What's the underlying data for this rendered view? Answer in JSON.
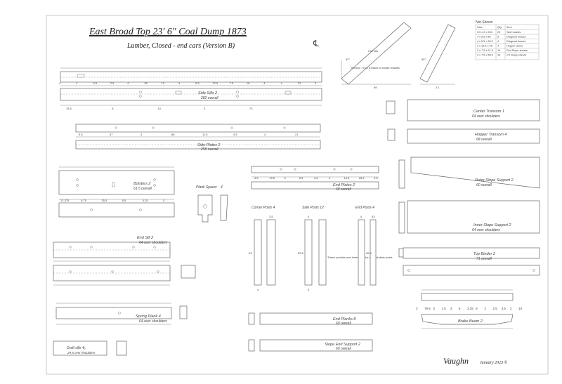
{
  "title": "East Broad Top 23' 6\" Coal Dump  1873",
  "subtitle": "Lumber, Closed - end cars (Version B)",
  "centerline_symbol": "℄",
  "signature": "Vaughn",
  "date": "January 2023 ©",
  "not_shown": {
    "heading": "Not Shown",
    "columns": [
      "Size",
      "Qty",
      "Item"
    ],
    "rows": [
      [
        "5.5 x 2 x 234",
        "23",
        "Side boards"
      ],
      [
        "4 x 5.5 x 80",
        "8",
        "Diagonal braces"
      ],
      [
        "4 x 5.5 x 95.5",
        "4",
        "Diagonal braces"
      ],
      [
        "2 x 12.5 x 48",
        "4",
        "Hopper doors"
      ],
      [
        "2 x 7.5 x 91.5",
        "16",
        "End Slope sheets"
      ],
      [
        "2 x 7.5 x 58.5",
        "16",
        "Ctr Slope sheets"
      ]
    ]
  },
  "brace_note": "2.5 Thick",
  "brace_note2": "Remove .75 on 8 braces for bolster brackets",
  "brace_dims": [
    "52°",
    "98",
    "55°",
    "2.1"
  ],
  "parts": {
    "side_sills": {
      "name": "Side Sills 2",
      "sub": "282 overall",
      "dims_top": [
        "4",
        "4",
        "9.5",
        "2.5",
        "4",
        "26",
        "10",
        "4",
        "5.5",
        "12.5",
        "7.5",
        "16",
        "4",
        "4",
        "12",
        "2"
      ],
      "dims_bottom": [
        "15.5",
        "8",
        "10",
        "3",
        "73"
      ]
    },
    "side_plates": {
      "name": "Side Plates 2",
      "sub": "258 overall",
      "dims": [
        "5.5",
        "37",
        "4",
        "86",
        "11.5",
        "4.5",
        "4",
        "21"
      ]
    },
    "center_transom": {
      "name": "Center Transom 1",
      "sub": "64 over shoulders"
    },
    "hopper_transom": {
      "name": "Hopper Transom 4",
      "sub": "68 overall"
    },
    "outer_slope_support": {
      "name": "Outer Slope Support 2",
      "sub": "60 overall"
    },
    "inner_slope_support": {
      "name": "Inner Slope Support 2",
      "sub": "64 over shoulders"
    },
    "top_binder": {
      "name": "Top Binder 2",
      "sub": "71 overall"
    },
    "bolsters": {
      "name": "Bolsters 2",
      "sub": "61.5 overall",
      "dims": [
        "12.375",
        "6.75",
        "15.5",
        "8.5",
        "4.25",
        "5"
      ]
    },
    "plank_spacer": {
      "name": "Plank Spacer",
      "qty": "4"
    },
    "end_plates": {
      "name": "End Plates 2",
      "sub": "68 overall",
      "dims": [
        "4.5",
        "19.5",
        "3",
        "5.5",
        "4.5",
        "4",
        "14.5",
        "15.5",
        "4.5"
      ]
    },
    "corner_posts": {
      "name": "Corner Posts 4",
      "dims": [
        "3.5",
        "53",
        "4"
      ]
    },
    "side_posts": {
      "name": "Side Posts 12",
      "dims": [
        "4",
        "52.8",
        "4"
      ]
    },
    "end_posts": {
      "name": "End Posts 4",
      "dims": [
        "4",
        "53",
        "52.8"
      ]
    },
    "post_note": "These pockets and holes only for ratchet plate posts",
    "end_sill": {
      "name": "End Sill 2",
      "sub": "64 over shoulders"
    },
    "spring_plank": {
      "name": "Spring Plank 4",
      "sub": "64 over shoulders"
    },
    "draft_sills": {
      "name": "Draft sills 4",
      "sub": "29.5 over shoulders"
    },
    "end_planks": {
      "name": "End Planks 8",
      "sub": "60 overall"
    },
    "slope_end_support": {
      "name": "Slope End Support 2",
      "sub": "60 overall"
    },
    "brake_beam": {
      "name": "Brake Beam 2",
      "dims": [
        "3",
        "79.5",
        "3",
        "1.5",
        "3",
        "6",
        "3.25",
        "8",
        "2",
        "2.5",
        "3.5",
        "2",
        "10"
      ]
    }
  }
}
